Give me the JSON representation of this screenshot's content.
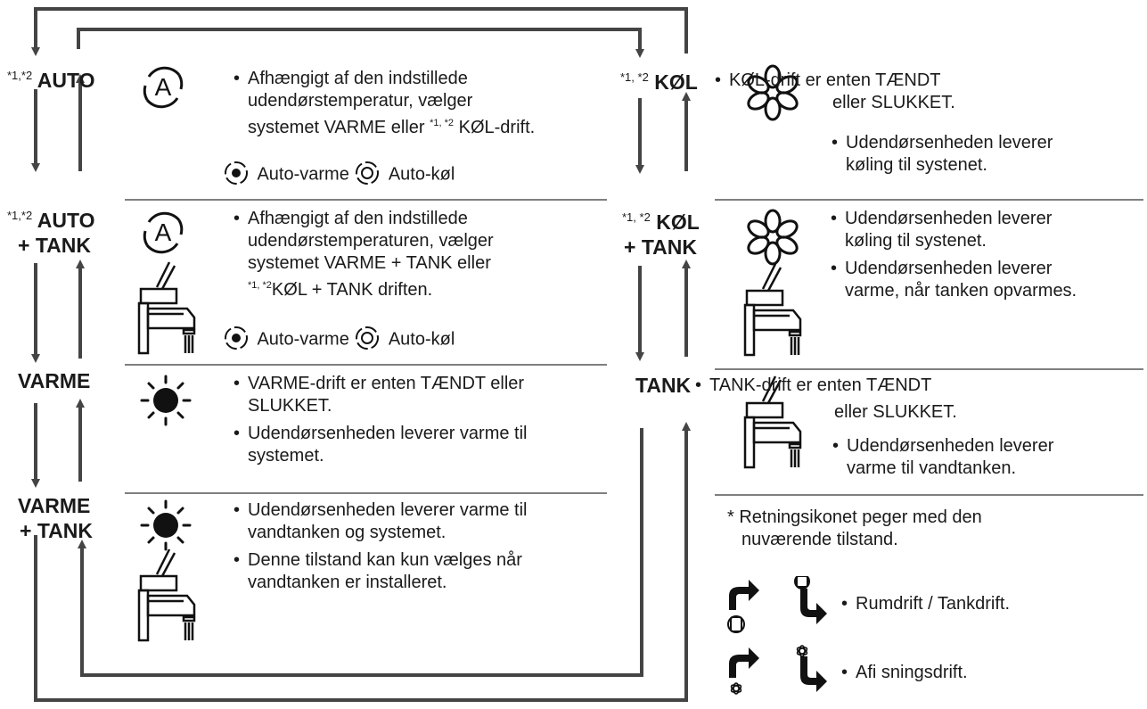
{
  "colors": {
    "line": "#333333",
    "arrow": "#444444",
    "text": "#1a1a1a"
  },
  "modes": {
    "auto": {
      "prefix": "*1,*2",
      "label": "AUTO"
    },
    "auto_tank": {
      "prefix": "*1,*2",
      "label": "AUTO",
      "label2": "+ TANK"
    },
    "varme": {
      "label": "VARME"
    },
    "varme_tank": {
      "label": "VARME",
      "label2": "+ TANK"
    },
    "kol": {
      "prefix": "*1, *2",
      "label": "KØL"
    },
    "kol_tank": {
      "prefix": "*1, *2",
      "label": "KØL",
      "label2": "+ TANK"
    },
    "tank": {
      "label": "TANK"
    }
  },
  "sections": {
    "auto": {
      "b1_l1": "Afhængigt af den indstillede",
      "b1_l2": "udendørstemperatur, vælger",
      "b1_l3a": "systemet VARME eller",
      "b1_l3sup": "*1, *2",
      "b1_l3b": "KØL-drift.",
      "legend_heat": "Auto-varme",
      "legend_cool": "Auto-køl"
    },
    "auto_tank": {
      "b1_l1": "Afhængigt af den indstillede",
      "b1_l2": "udendørstemperaturen, vælger",
      "b1_l3": "systemet VARME + TANK eller",
      "b1_l4sup": "*1, *2",
      "b1_l4b": "KØL + TANK driften.",
      "legend_heat": "Auto-varme",
      "legend_cool": "Auto-køl"
    },
    "varme": {
      "b1_l1": "VARME-drift er enten TÆNDT eller",
      "b1_l2": "SLUKKET.",
      "b2_l1": "Udendørsenheden leverer varme til",
      "b2_l2": "systemet."
    },
    "varme_tank": {
      "b1_l1": "Udendørsenheden leverer varme til",
      "b1_l2": "vandtanken og systemet.",
      "b2_l1": "Denne tilstand kan kun vælges når",
      "b2_l2": "vandtanken er installeret."
    },
    "kol": {
      "b1_l1": "KØL-drift er enten TÆNDT",
      "b1_l2": "eller SLUKKET.",
      "b2_l1": "Udendørsenheden leverer",
      "b2_l2": "køling til systenet."
    },
    "kol_tank": {
      "b1_l1": "Udendørsenheden leverer",
      "b1_l2": "køling til systenet.",
      "b2_l1": "Udendørsenheden leverer",
      "b2_l2": "varme, når tanken opvarmes."
    },
    "tank": {
      "b1_l1": "TANK-drift er enten TÆNDT",
      "b1_l2": "eller SLUKKET.",
      "b2_l1": "Udendørsenheden leverer",
      "b2_l2": "varme til vandtanken."
    }
  },
  "note": {
    "l1": "* Retningsikonet peger med den",
    "l2": "nuværende tilstand.",
    "legend1": "Rumdrift / Tankdrift.",
    "legend2": "Afi sningsdrift."
  },
  "bullet": "•"
}
